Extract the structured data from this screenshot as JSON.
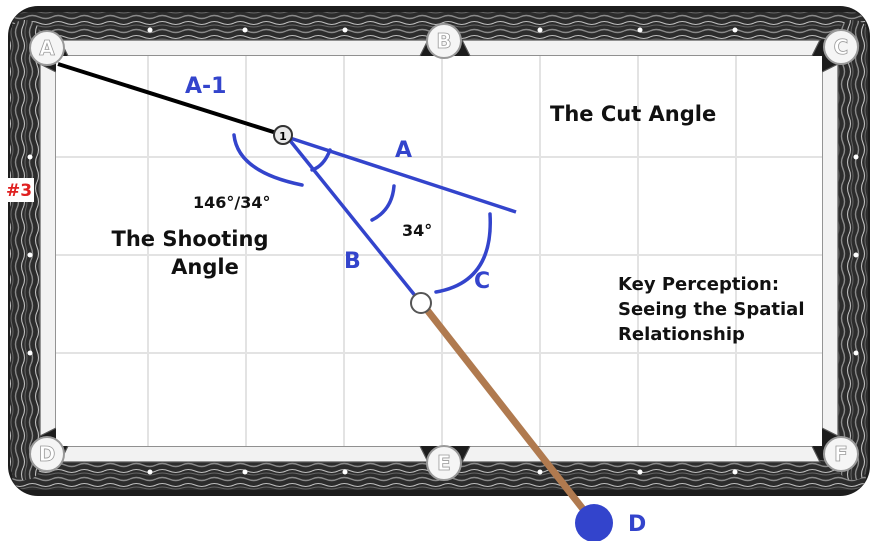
{
  "labels": {
    "a1": "A-1",
    "cut_angle": "The Cut Angle",
    "a": "A",
    "angle_outer": "146°/34°",
    "shooting_1": "The Shooting",
    "shooting_2": "Angle",
    "angle_inner": "34°",
    "b": "B",
    "c": "C",
    "key_1": "Key Perception:",
    "key_2": "Seeing the Spatial",
    "key_3": "Relationship",
    "d": "D",
    "side": "#3",
    "ball_number": "1"
  },
  "pockets": {
    "a": "A",
    "b": "B",
    "c": "C",
    "d": "D",
    "e": "E",
    "f": "F"
  },
  "colors": {
    "blue": "#3344cc",
    "cue_stick": "#b07a4f",
    "rail": "#3a3a3a",
    "felt": "#ffffff",
    "grid": "#e3e3e3",
    "side_label": "#e02020"
  }
}
